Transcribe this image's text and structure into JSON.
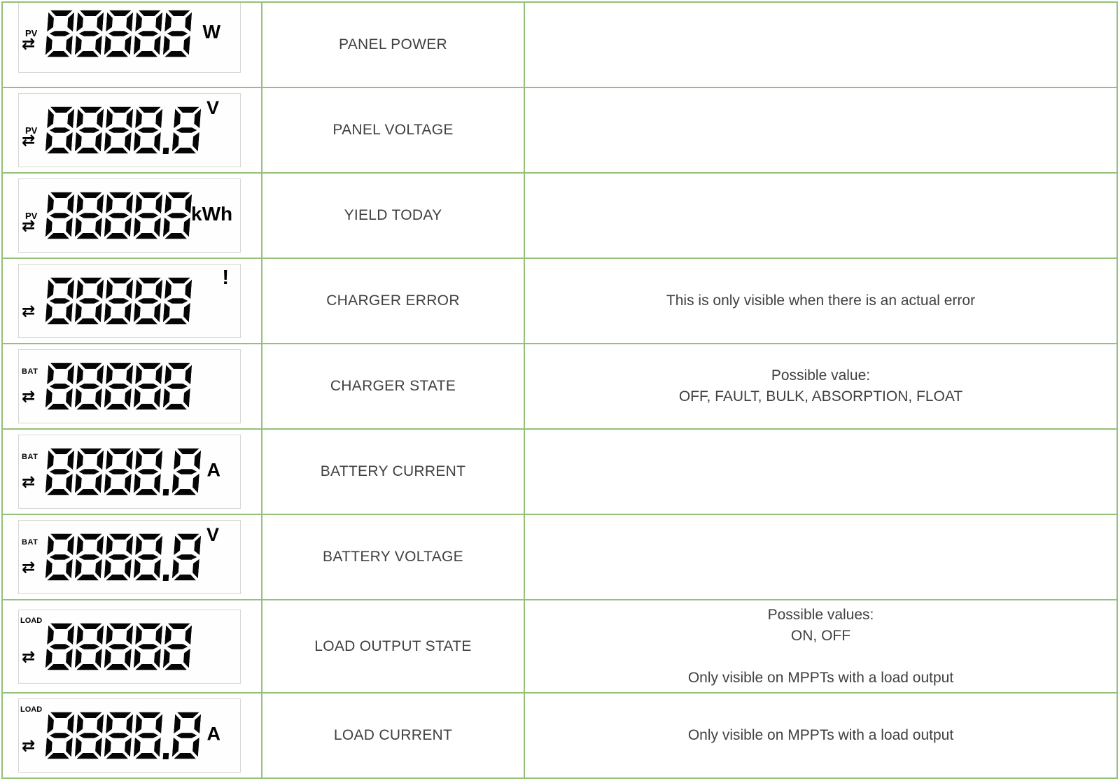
{
  "colors": {
    "table_border": "#93c178",
    "text": "#404040",
    "lcd_segment": "#050505",
    "lcd_box_border": "#d6d6d6"
  },
  "icons": {
    "bidirectional_arrows": "⇄"
  },
  "table": {
    "rows": [
      {
        "display": {
          "indicator": "PV",
          "digits": "88888",
          "unit": "W",
          "unit_pos": "mid",
          "cropped_top": true
        },
        "label": "PANEL POWER",
        "description_lines": []
      },
      {
        "display": {
          "indicator": "PV",
          "digits": "8888.8",
          "unit": "V",
          "unit_pos": "top"
        },
        "label": "PANEL VOLTAGE",
        "description_lines": []
      },
      {
        "display": {
          "indicator": "PV",
          "digits": "88888",
          "unit": "kWh",
          "unit_pos": "inline"
        },
        "label": "YIELD TODAY",
        "description_lines": []
      },
      {
        "display": {
          "indicator": "",
          "digits": "88888",
          "unit": "!",
          "unit_pos": "top"
        },
        "label": "CHARGER ERROR",
        "description_lines": [
          "This is only visible when there is an actual error"
        ]
      },
      {
        "display": {
          "indicator": "BAT",
          "digits": "88888",
          "unit": "",
          "unit_pos": "mid"
        },
        "label": "CHARGER STATE",
        "description_lines": [
          "Possible value:",
          "OFF, FAULT, BULK, ABSORPTION, FLOAT"
        ]
      },
      {
        "display": {
          "indicator": "BAT",
          "digits": "8888.8",
          "unit": "A",
          "unit_pos": "mid"
        },
        "label": "BATTERY CURRENT",
        "description_lines": []
      },
      {
        "display": {
          "indicator": "BAT",
          "digits": "8888.8",
          "unit": "V",
          "unit_pos": "top"
        },
        "label": "BATTERY VOLTAGE",
        "description_lines": []
      },
      {
        "display": {
          "indicator": "LOAD",
          "digits": "88888",
          "unit": "",
          "unit_pos": "mid"
        },
        "label": "LOAD OUTPUT STATE",
        "description_lines": [
          "Possible values:",
          "ON, OFF",
          "",
          "Only visible on MPPTs with a load output"
        ]
      },
      {
        "display": {
          "indicator": "LOAD",
          "digits": "8888.8",
          "unit": "A",
          "unit_pos": "mid"
        },
        "label": "LOAD CURRENT",
        "description_lines": [
          "Only visible on MPPTs with a load output"
        ]
      }
    ]
  }
}
